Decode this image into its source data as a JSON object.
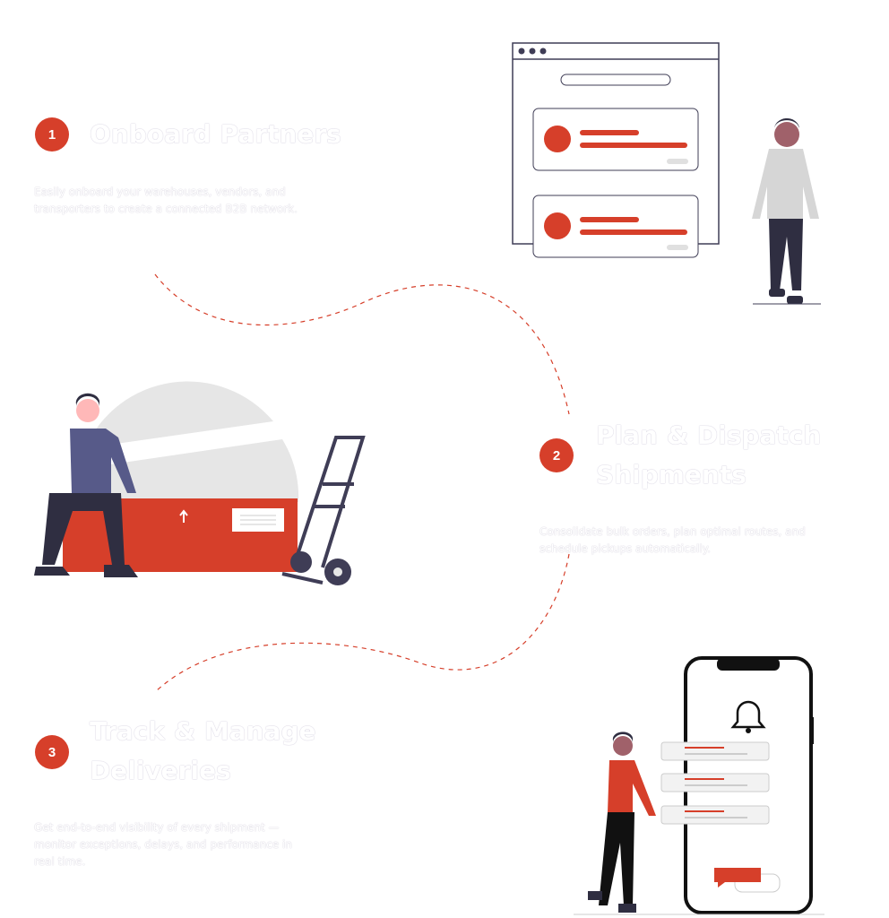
{
  "accent_color": "#d63f2a",
  "steps": [
    {
      "number": "1",
      "title": "Onboard Partners",
      "description": "Easily onboard your warehouses, vendors, and transporters to create a connected B2B network."
    },
    {
      "number": "2",
      "title": "Plan & Dispatch Shipments",
      "description": "Consolidate bulk orders, plan optimal routes, and schedule pickups automatically."
    },
    {
      "number": "3",
      "title": "Track & Manage Deliveries",
      "description": "Get end-to-end visibility of every shipment — monitor exceptions, delays, and performance in real time."
    }
  ]
}
